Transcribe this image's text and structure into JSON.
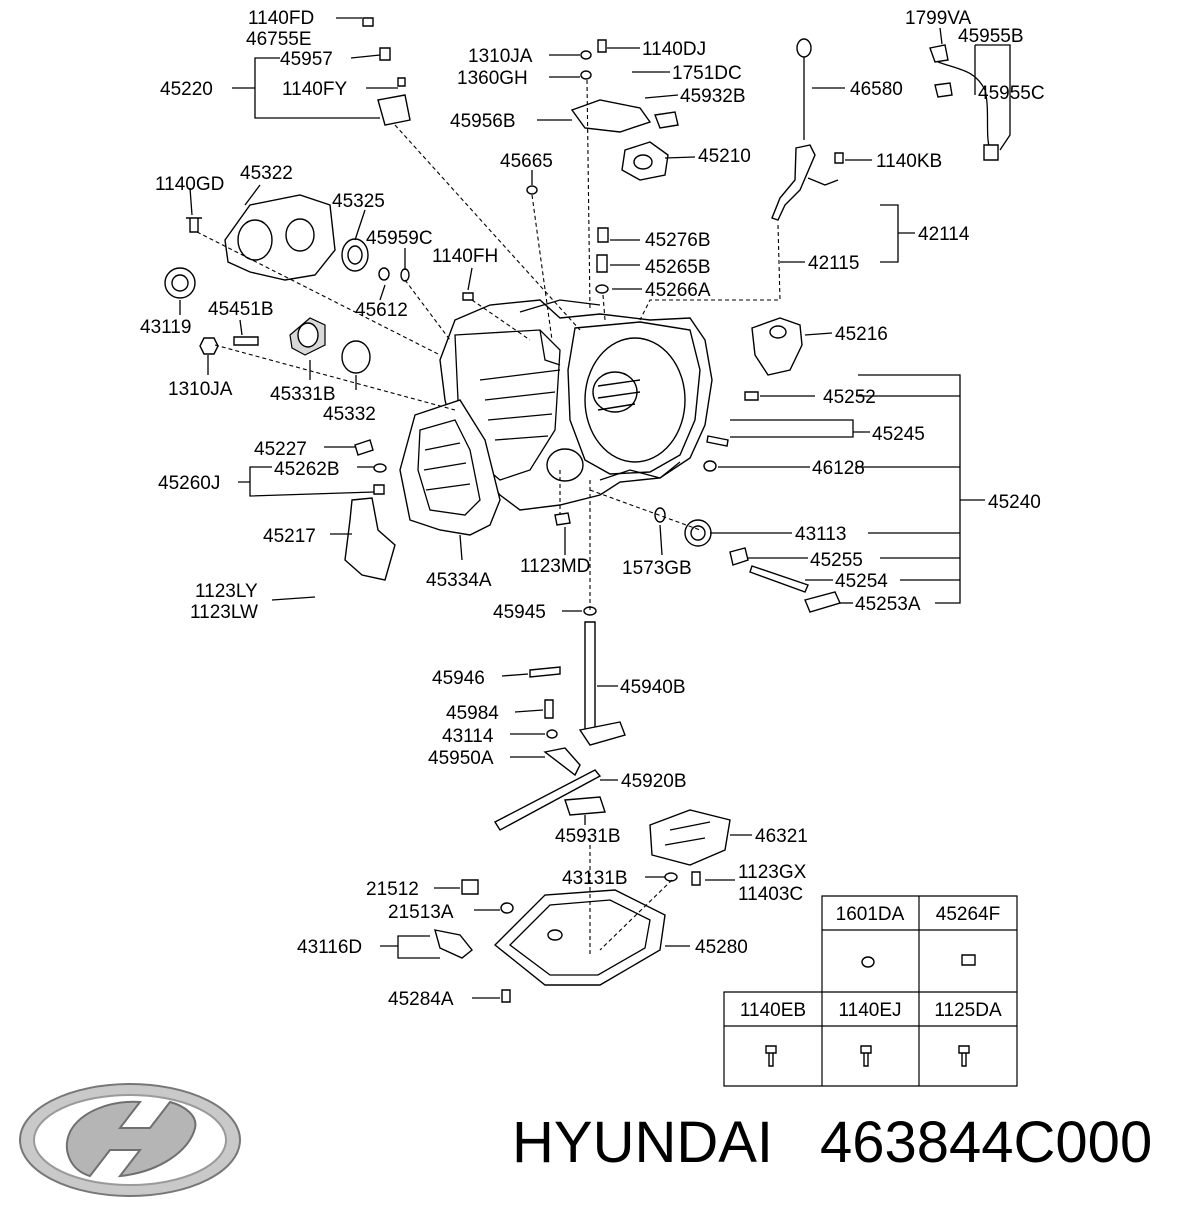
{
  "brand": {
    "name": "HYUNDAI",
    "part_number": "463844C000"
  },
  "callouts": [
    {
      "id": "1140FD",
      "text": "1140FD"
    },
    {
      "id": "46755E",
      "text": "46755E"
    },
    {
      "id": "45957",
      "text": "45957"
    },
    {
      "id": "45220",
      "text": "45220"
    },
    {
      "id": "1140FY",
      "text": "1140FY"
    },
    {
      "id": "1310JA-top",
      "text": "1310JA"
    },
    {
      "id": "1360GH",
      "text": "1360GH"
    },
    {
      "id": "1140DJ",
      "text": "1140DJ"
    },
    {
      "id": "1751DC",
      "text": "1751DC"
    },
    {
      "id": "45956B",
      "text": "45956B"
    },
    {
      "id": "45932B",
      "text": "45932B"
    },
    {
      "id": "1799VA",
      "text": "1799VA"
    },
    {
      "id": "45955B",
      "text": "45955B"
    },
    {
      "id": "45955C",
      "text": "45955C"
    },
    {
      "id": "46580",
      "text": "46580"
    },
    {
      "id": "45210",
      "text": "45210"
    },
    {
      "id": "1140KB",
      "text": "1140KB"
    },
    {
      "id": "45665",
      "text": "45665"
    },
    {
      "id": "1140GD",
      "text": "1140GD"
    },
    {
      "id": "45322",
      "text": "45322"
    },
    {
      "id": "45325",
      "text": "45325"
    },
    {
      "id": "45959C",
      "text": "45959C"
    },
    {
      "id": "1140FH",
      "text": "1140FH"
    },
    {
      "id": "45276B",
      "text": "45276B"
    },
    {
      "id": "42114",
      "text": "42114"
    },
    {
      "id": "42115",
      "text": "42115"
    },
    {
      "id": "45265B",
      "text": "45265B"
    },
    {
      "id": "45266A",
      "text": "45266A"
    },
    {
      "id": "45612",
      "text": "45612"
    },
    {
      "id": "43119",
      "text": "43119"
    },
    {
      "id": "45451B",
      "text": "45451B"
    },
    {
      "id": "45216",
      "text": "45216"
    },
    {
      "id": "1310JA",
      "text": "1310JA"
    },
    {
      "id": "45331B",
      "text": "45331B"
    },
    {
      "id": "45332",
      "text": "45332"
    },
    {
      "id": "45252",
      "text": "45252"
    },
    {
      "id": "45245",
      "text": "45245"
    },
    {
      "id": "45227",
      "text": "45227"
    },
    {
      "id": "45262B",
      "text": "45262B"
    },
    {
      "id": "46128",
      "text": "46128"
    },
    {
      "id": "45260J",
      "text": "45260J"
    },
    {
      "id": "45240",
      "text": "45240"
    },
    {
      "id": "45217",
      "text": "45217"
    },
    {
      "id": "43113",
      "text": "43113"
    },
    {
      "id": "45255",
      "text": "45255"
    },
    {
      "id": "45334A",
      "text": "45334A"
    },
    {
      "id": "1123MD",
      "text": "1123MD"
    },
    {
      "id": "1573GB",
      "text": "1573GB"
    },
    {
      "id": "45254",
      "text": "45254"
    },
    {
      "id": "1123LY",
      "text": "1123LY"
    },
    {
      "id": "1123LW",
      "text": "1123LW"
    },
    {
      "id": "45253A",
      "text": "45253A"
    },
    {
      "id": "45945",
      "text": "45945"
    },
    {
      "id": "45946",
      "text": "45946"
    },
    {
      "id": "45940B",
      "text": "45940B"
    },
    {
      "id": "45984",
      "text": "45984"
    },
    {
      "id": "43114",
      "text": "43114"
    },
    {
      "id": "45950A",
      "text": "45950A"
    },
    {
      "id": "45920B",
      "text": "45920B"
    },
    {
      "id": "45931B",
      "text": "45931B"
    },
    {
      "id": "46321",
      "text": "46321"
    },
    {
      "id": "21512",
      "text": "21512"
    },
    {
      "id": "43131B",
      "text": "43131B"
    },
    {
      "id": "1123GX",
      "text": "1123GX"
    },
    {
      "id": "11403C",
      "text": "11403C"
    },
    {
      "id": "21513A",
      "text": "21513A"
    },
    {
      "id": "43116D",
      "text": "43116D"
    },
    {
      "id": "45280",
      "text": "45280"
    },
    {
      "id": "45284A",
      "text": "45284A"
    }
  ],
  "fastener_table": {
    "row1": [
      "1601DA",
      "45264F"
    ],
    "row2": [
      "1140EB",
      "1140EJ",
      "1125DA"
    ]
  }
}
